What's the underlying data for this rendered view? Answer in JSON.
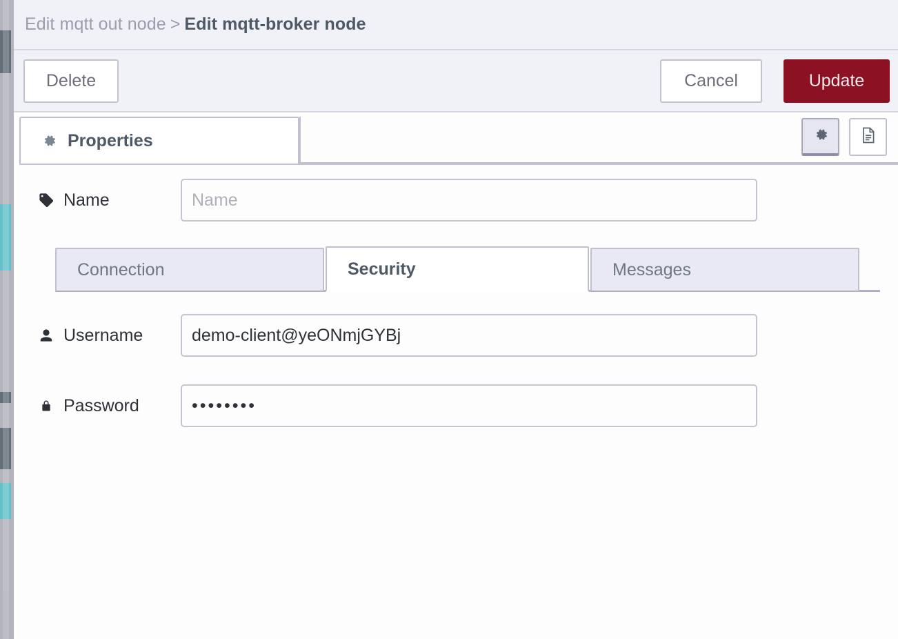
{
  "breadcrumb": {
    "parent": "Edit mqtt out node",
    "separator": ">",
    "current": "Edit mqtt-broker node"
  },
  "toolbar": {
    "delete_label": "Delete",
    "cancel_label": "Cancel",
    "update_label": "Update",
    "update_color": "#8c1122"
  },
  "tabs": {
    "main": {
      "label": "Properties",
      "icon": "gear-icon",
      "active": true
    },
    "icon_buttons": [
      {
        "name": "gear-icon",
        "selected": true
      },
      {
        "name": "file-description-icon",
        "selected": false
      }
    ]
  },
  "form": {
    "name": {
      "label": "Name",
      "icon": "tag-icon",
      "value": "",
      "placeholder": "Name"
    },
    "username": {
      "label": "Username",
      "icon": "user-icon",
      "value": "demo-client@yeONmjGYBj",
      "placeholder": ""
    },
    "password": {
      "label": "Password",
      "icon": "lock-icon",
      "masked_value": "••••••••",
      "placeholder": ""
    }
  },
  "subtabs": [
    {
      "label": "Connection",
      "active": false
    },
    {
      "label": "Security",
      "active": true
    },
    {
      "label": "Messages",
      "active": false
    }
  ]
}
